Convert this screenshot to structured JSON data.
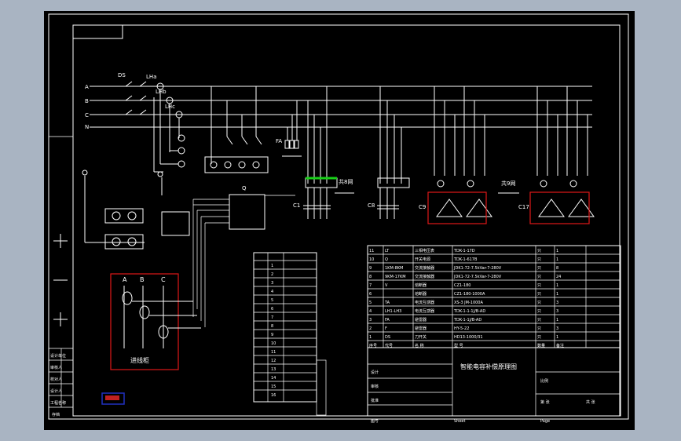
{
  "colors": {
    "background": "#a9b4c2",
    "sheet": "#000000",
    "lines": "#ffffff",
    "highlight_red": "#e01818",
    "highlight_green": "#18d018",
    "stamp_blue": "#2030c0"
  },
  "buses": {
    "a": "A",
    "b": "B",
    "c": "C",
    "n": "N"
  },
  "devices": {
    "ds": "DS",
    "lha": "LHa",
    "lhb": "LHb",
    "lhc": "LHc",
    "fa": "FA",
    "q": "Q",
    "c1": "C1",
    "c8": "C8",
    "c9": "C9",
    "c17": "C17",
    "group8": "共8网",
    "group9": "共9网",
    "terminal_block_label": "进线柜",
    "phase_a": "A",
    "phase_b": "B",
    "phase_c": "C"
  },
  "bom_table": {
    "header": [
      "序号",
      "代号",
      "名 称",
      "型 号",
      "数量",
      "备注"
    ],
    "rows": [
      [
        "11",
        "LT",
        "三相电压表",
        "TDK-1-17D",
        "只",
        "1"
      ],
      [
        "10",
        "Q",
        "开关电源",
        "TDK-1-617B",
        "只",
        "1"
      ],
      [
        "9",
        "1KM-8KM",
        "交流接触器",
        "JDK1-72-7.5kVar-7-280V",
        "只",
        "8"
      ],
      [
        "8",
        "9KM-17KM",
        "交流接触器",
        "JDK1-72-7.5kVar-7-280V",
        "只",
        "24"
      ],
      [
        "7",
        "V",
        "熔断器",
        "CZ1-180",
        "只",
        "1"
      ],
      [
        "6",
        "",
        "熔断器",
        "CZ1-180-1000A",
        "只",
        "1"
      ],
      [
        "5",
        "TA",
        "电流互感器",
        "XS-3 JM-1000A",
        "只",
        "3"
      ],
      [
        "4",
        "LH1-LH3",
        "电流互感器",
        "TDK-1-1-1J/B-AD",
        "只",
        "3"
      ],
      [
        "3",
        "FA",
        "避雷器",
        "TDK-1-1J/B-AD",
        "只",
        "1"
      ],
      [
        "2",
        "F",
        "避雷器",
        "HY-5-22",
        "只",
        "3"
      ],
      [
        "1",
        "DS",
        "刀开关",
        "HD13-1000/31",
        "只",
        "1"
      ]
    ]
  },
  "title_block": {
    "drawing_title": "智能电容补偿原理图",
    "scale_label": "比例",
    "sheet_label": "第 张",
    "sheets_label": "共 张",
    "design": "设计",
    "check": "审核",
    "approve": "批准",
    "footer_left": "图号",
    "footer_mid": "Sheet",
    "footer_right": "Page"
  },
  "left_strip": {
    "labels": [
      "设计单位",
      "审核人",
      "校对人",
      "设计人",
      "工程名称"
    ],
    "bottom": "存档"
  },
  "terminal_strip": {
    "rows": [
      "1",
      "2",
      "3",
      "4",
      "5",
      "6",
      "7",
      "8",
      "9",
      "10",
      "11",
      "12",
      "13",
      "14",
      "15",
      "16"
    ]
  }
}
